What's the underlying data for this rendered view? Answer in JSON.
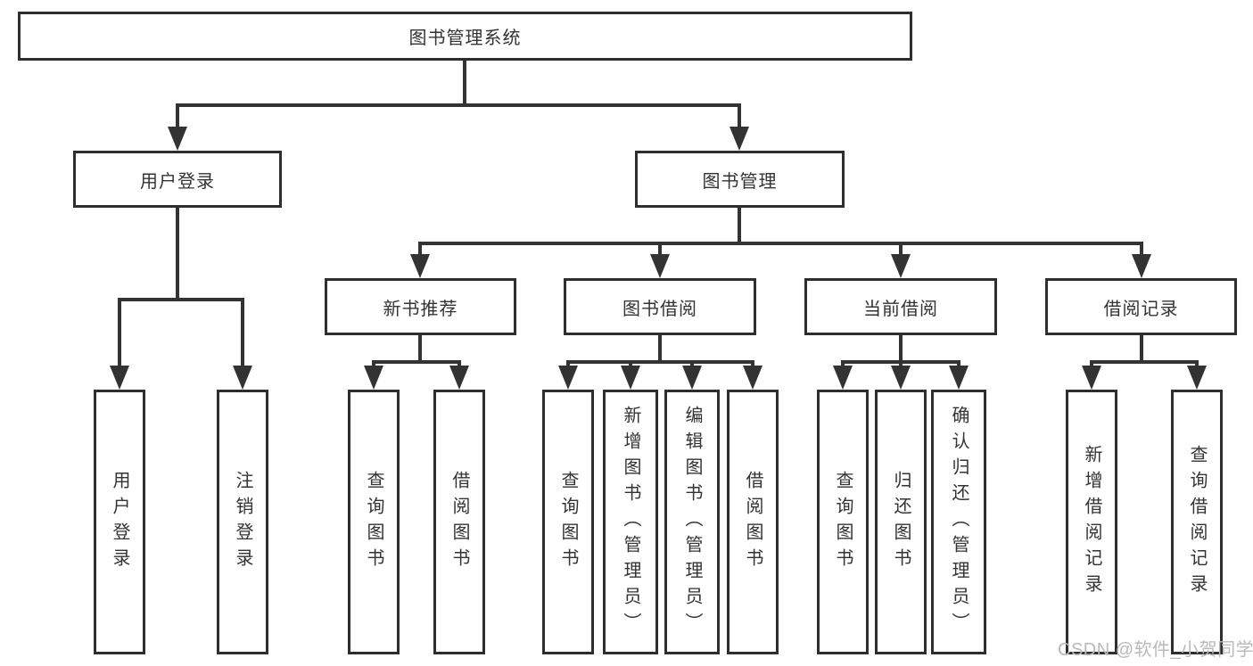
{
  "diagram": {
    "root": "图书管理系统",
    "branches": [
      {
        "label": "用户登录",
        "children": [
          "用户登录",
          "注销登录"
        ]
      },
      {
        "label": "图书管理",
        "groups": [
          {
            "label": "新书推荐",
            "children": [
              "查询图书",
              "借阅图书"
            ]
          },
          {
            "label": "图书借阅",
            "children": [
              "查询图书",
              "新增图书（管理员）",
              "编辑图书（管理员）",
              "借阅图书"
            ]
          },
          {
            "label": "当前借阅",
            "children": [
              "查询图书",
              "归还图书",
              "确认归还（管理员）"
            ]
          },
          {
            "label": "借阅记录",
            "children": [
              "新增借阅记录",
              "查询借阅记录"
            ]
          }
        ]
      }
    ]
  },
  "watermark": "CSDN @软件_小贺同学",
  "colors": {
    "line": "#333333",
    "box_border": "#2e2e2e",
    "box_bg": "#ffffff",
    "text": "#333333",
    "watermark": "#b9b9b9"
  }
}
